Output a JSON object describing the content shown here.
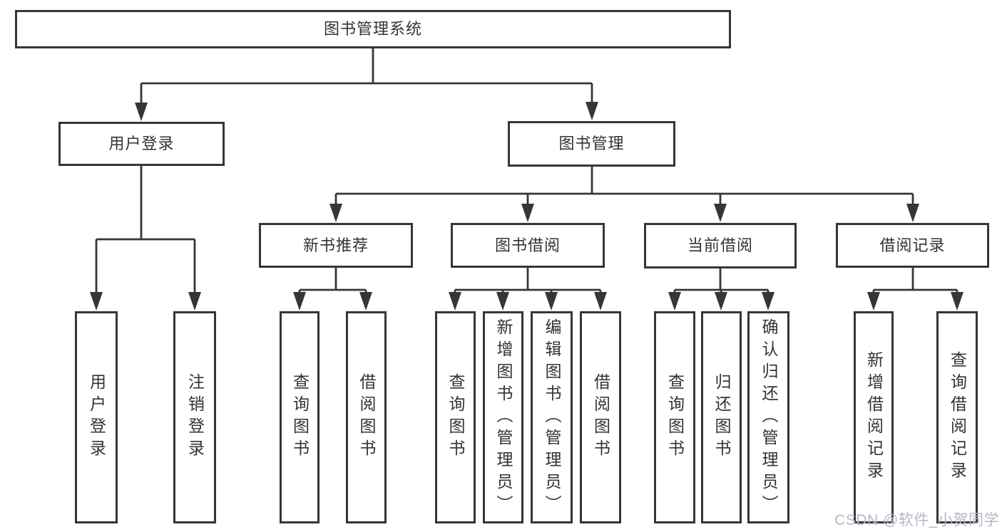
{
  "diagram": {
    "root": {
      "label": "图书管理系统"
    },
    "branches": [
      {
        "label": "用户登录",
        "children": [
          {
            "label": "用户登录"
          },
          {
            "label": "注销登录"
          }
        ]
      },
      {
        "label": "图书管理",
        "groups": [
          {
            "label": "新书推荐",
            "children": [
              {
                "label": "查询图书"
              },
              {
                "label": "借阅图书"
              }
            ]
          },
          {
            "label": "图书借阅",
            "children": [
              {
                "label": "查询图书"
              },
              {
                "label": "新增图书（管理员）"
              },
              {
                "label": "编辑图书（管理员）"
              },
              {
                "label": "借阅图书"
              }
            ]
          },
          {
            "label": "当前借阅",
            "children": [
              {
                "label": "查询图书"
              },
              {
                "label": "归还图书"
              },
              {
                "label": "确认归还（管理员）"
              }
            ]
          },
          {
            "label": "借阅记录",
            "children": [
              {
                "label": "新增借阅记录"
              },
              {
                "label": "查询借阅记录"
              }
            ]
          }
        ]
      }
    ]
  },
  "watermark": {
    "text": "CSDN @软件_小贺同学"
  },
  "colors": {
    "line": "#363636",
    "text": "#333333",
    "box_background": "#ffffff",
    "watermark": "#b4b7c6"
  }
}
